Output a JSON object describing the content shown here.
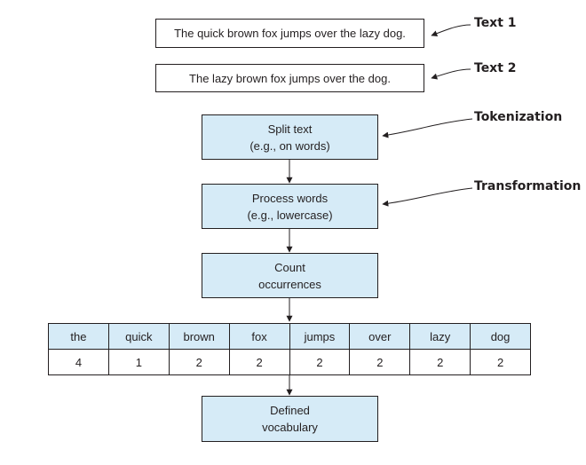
{
  "inputs": {
    "text1": "The quick brown fox jumps over the lazy dog.",
    "text2": "The lazy brown fox jumps over the dog."
  },
  "callouts": {
    "text1": "Text 1",
    "text2": "Text 2",
    "tokenization": "Tokenization",
    "transformation": "Transformation"
  },
  "steps": {
    "split": {
      "line1": "Split text",
      "line2": "(e.g., on words)"
    },
    "process": {
      "line1": "Process words",
      "line2": "(e.g., lowercase)"
    },
    "count": {
      "line1": "Count",
      "line2": "occurrences"
    },
    "vocab": {
      "line1": "Defined",
      "line2": "vocabulary"
    }
  },
  "table": {
    "words": [
      "the",
      "quick",
      "brown",
      "fox",
      "jumps",
      "over",
      "lazy",
      "dog"
    ],
    "counts": [
      "4",
      "1",
      "2",
      "2",
      "2",
      "2",
      "2",
      "2"
    ]
  },
  "colors": {
    "step_fill": "#d6ebf7",
    "line": "#231f20"
  }
}
